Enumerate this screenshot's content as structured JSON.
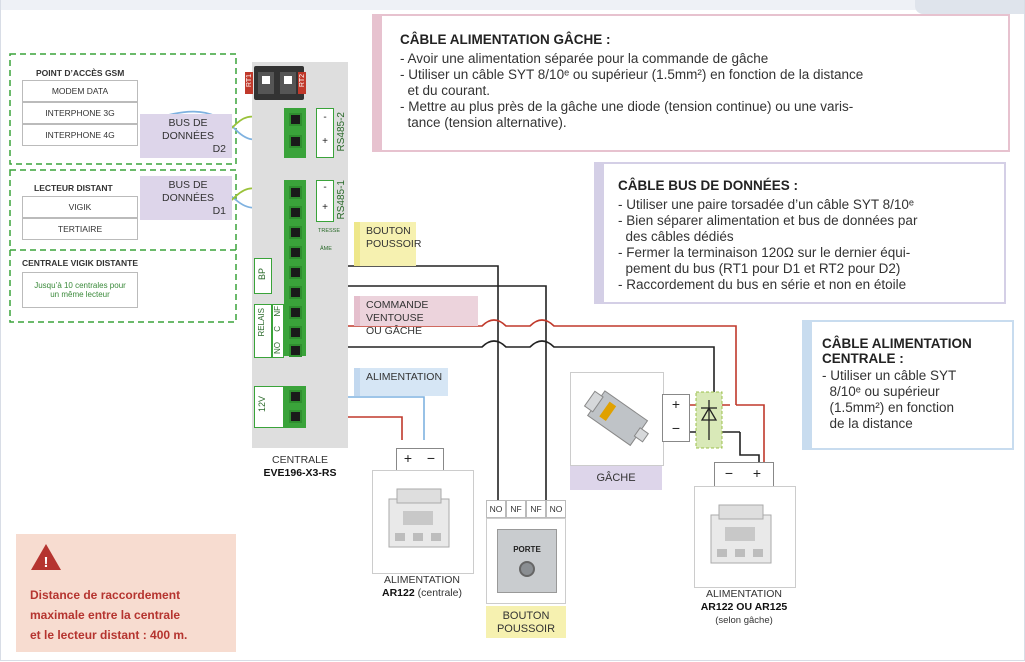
{
  "notes": {
    "gache": {
      "title": "CÂBLE ALIMENTATION GÂCHE :",
      "lines": [
        "- Avoir une alimentation séparée pour la commande de gâche",
        "- Utiliser un câble SYT 8/10ᵉ ou supérieur (1.5mm²) en fonction de la distance",
        "  et du courant.",
        "- Mettre au plus près de la gâche une diode (tension continue) ou une varis-",
        "  tance (tension alternative)."
      ]
    },
    "bus": {
      "title": "CÂBLE BUS DE DONNÉES :",
      "lines": [
        "- Utiliser une paire torsadée d’un câble SYT 8/10ᵉ",
        "- Bien séparer alimentation et bus de données par",
        "  des câbles dédiés",
        "- Fermer la terminaison 120Ω sur le dernier équi-",
        "  pement du bus (RT1 pour D1 et RT2 pour D2)",
        "- Raccordement du bus en série et non en étoile"
      ]
    },
    "centrale": {
      "title1": "CÂBLE ALIMENTATION",
      "title2": "CENTRALE :",
      "lines": [
        "- Utiliser un câble SYT",
        "  8/10ᵉ ou supérieur",
        "  (1.5mm²) en fonction",
        "  de la distance"
      ]
    }
  },
  "gsm_group": {
    "title": "POINT D’ACCÈS GSM",
    "items": [
      "MODEM DATA",
      "INTERPHONE 3G",
      "INTERPHONE 4G"
    ]
  },
  "reader_group": {
    "title": "LECTEUR DISTANT",
    "items": [
      "VIGIK",
      "TERTIAIRE"
    ],
    "title2": "CENTRALE VIGIK DISTANTE",
    "note": "Jusqu’à 10 centrales pour un même lecteur"
  },
  "bus_d2": {
    "line1": "BUS DE",
    "line2": "DONNÉES",
    "line3": "D2"
  },
  "bus_d1": {
    "line1": "BUS DE",
    "line2": "DONNÉES",
    "line3": "D1"
  },
  "board": {
    "rt1": "RT1",
    "rt2": "RT2",
    "rs2": "RS485-2",
    "rs1": "RS485-1",
    "tresse": "TRESSE",
    "ame": "ÂME",
    "bp": "BP",
    "relais": "RELAIS",
    "no": "NO",
    "c": "C",
    "nf": "NF",
    "v12": "12V",
    "minus": "-",
    "plus": "+",
    "name": "CENTRALE",
    "model": "EVE196-X3-RS"
  },
  "tags": {
    "bouton": [
      "BOUTON",
      "POUSSOIR"
    ],
    "commande": [
      "COMMANDE VENTOUSE",
      "OU GÂCHE"
    ],
    "alim": "ALIMENTATION"
  },
  "psu_central": {
    "name": "ALIMENTATION",
    "model": "AR122",
    "suffix": " (centrale)",
    "plus": "+",
    "minus": "−"
  },
  "push_button": {
    "contacts": [
      "NO",
      "NF",
      "NF",
      "NO"
    ],
    "face": "PORTE",
    "caption": [
      "BOUTON",
      "POUSSOIR"
    ]
  },
  "strike": {
    "caption": "GÂCHE",
    "plus": "+",
    "minus": "−"
  },
  "psu_strike": {
    "name": "ALIMENTATION",
    "model": "AR122 OU AR125",
    "suffix": "(selon gâche)",
    "plus": "+",
    "minus": "−"
  },
  "warning": {
    "lines": [
      "Distance de raccordement",
      "maximale entre la centrale",
      "et le lecteur distant : 400 m."
    ]
  },
  "colors": {
    "red": "#c0392b",
    "accent": "#b5342f",
    "green": "#3aa33a"
  }
}
